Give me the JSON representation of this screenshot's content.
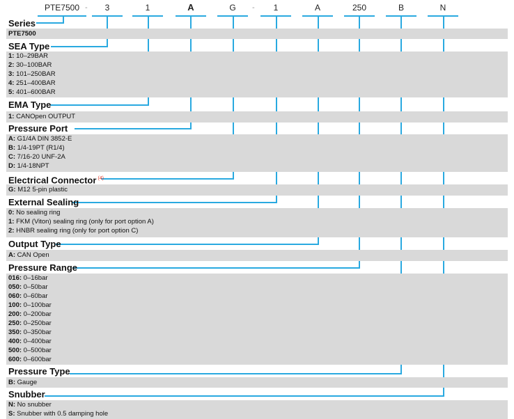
{
  "code": {
    "segments": [
      "PTE7500",
      "3",
      "1",
      "A",
      "G",
      "1",
      "A",
      "250",
      "B",
      "N"
    ],
    "separators": [
      "-",
      "-"
    ]
  },
  "sections": {
    "series": {
      "title": "Series",
      "items": [
        {
          "key": "PTE7500",
          "text": ""
        }
      ]
    },
    "sea_type": {
      "title": "SEA Type",
      "items": [
        {
          "key": "1:",
          "text": " 10–29BAR"
        },
        {
          "key": "2:",
          "text": " 30–100BAR"
        },
        {
          "key": "3:",
          "text": " 101–250BAR"
        },
        {
          "key": "4:",
          "text": " 251–400BAR"
        },
        {
          "key": "5:",
          "text": " 401–600BAR"
        }
      ]
    },
    "ema_type": {
      "title": "EMA Type",
      "items": [
        {
          "key": "1:",
          "text": " CANOpen OUTPUT"
        }
      ]
    },
    "pressure_port": {
      "title": "Pressure Port",
      "items": [
        {
          "key": "A:",
          "text": " G1/4A DIN 3852-E"
        },
        {
          "key": "B:",
          "text": " 1/4-19PT (R1/4)"
        },
        {
          "key": "C:",
          "text": " 7/16-20 UNF-2A"
        },
        {
          "key": "D:",
          "text": " 1/4-18NPT"
        }
      ]
    },
    "electrical_connector": {
      "title": "Electrical Connector",
      "note": "(4)",
      "items": [
        {
          "key": "G:",
          "text": " M12 5-pin plastic"
        }
      ]
    },
    "external_sealing": {
      "title": "External Sealing",
      "items": [
        {
          "key": "0:",
          "text": " No sealing ring"
        },
        {
          "key": "1:",
          "text": " FKM (Viton) sealing ring (only for port option A)"
        },
        {
          "key": "2:",
          "text": " HNBR sealing ring (only for port option C)"
        }
      ]
    },
    "output_type": {
      "title": "Output Type",
      "items": [
        {
          "key": "A:",
          "text": " CAN Open"
        }
      ]
    },
    "pressure_range": {
      "title": "Pressure Range",
      "items": [
        {
          "key": "016:",
          "text": " 0–16bar"
        },
        {
          "key": "050:",
          "text": " 0–50bar"
        },
        {
          "key": "060:",
          "text": " 0–60bar"
        },
        {
          "key": "100:",
          "text": " 0–100bar"
        },
        {
          "key": "200:",
          "text": " 0–200bar"
        },
        {
          "key": "250:",
          "text": " 0–250bar"
        },
        {
          "key": "350:",
          "text": " 0–350bar"
        },
        {
          "key": "400:",
          "text": " 0–400bar"
        },
        {
          "key": "500:",
          "text": " 0–500bar"
        },
        {
          "key": "600:",
          "text": " 0–600bar"
        }
      ]
    },
    "pressure_type": {
      "title": "Pressure Type",
      "items": [
        {
          "key": "B:",
          "text": " Gauge"
        }
      ]
    },
    "snubber": {
      "title": "Snubber",
      "items": [
        {
          "key": "N:",
          "text": " No snubber"
        },
        {
          "key": "S:",
          "text": " Snubber with 0.5 damping hole"
        }
      ]
    }
  },
  "colors": {
    "leader_line": "#29a9e0",
    "block_background": "#d9d9d9",
    "note_color": "#e03020"
  }
}
